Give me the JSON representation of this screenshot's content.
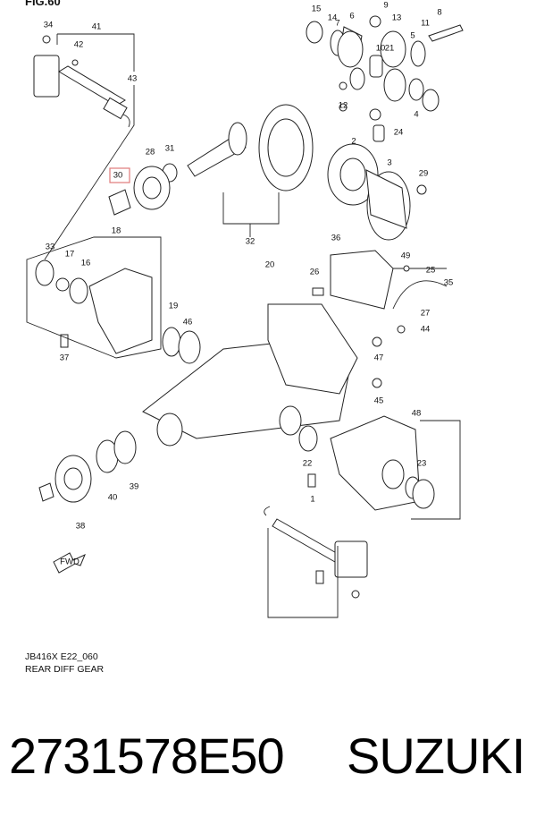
{
  "figure": {
    "heading": "FIG.60",
    "code": "JB416X E22_060",
    "title": "REAR DIFF GEAR",
    "fwd_label": "FWD",
    "highlight_color": "#e07a7a"
  },
  "callouts": [
    "34",
    "41",
    "42",
    "43",
    "15",
    "14",
    "6",
    "13",
    "8",
    "7",
    "9",
    "10",
    "5",
    "11",
    "12",
    "4",
    "24",
    "21",
    "3",
    "2",
    "29",
    "28",
    "31",
    "30",
    "32",
    "33",
    "18",
    "17",
    "16",
    "37",
    "36",
    "49",
    "26",
    "20",
    "25",
    "35",
    "27",
    "44",
    "19",
    "46",
    "47",
    "45",
    "48",
    "22",
    "23",
    "1",
    "40",
    "39",
    "38"
  ],
  "product": {
    "part_number": "2731578E50",
    "brand": "SUZUKI"
  }
}
